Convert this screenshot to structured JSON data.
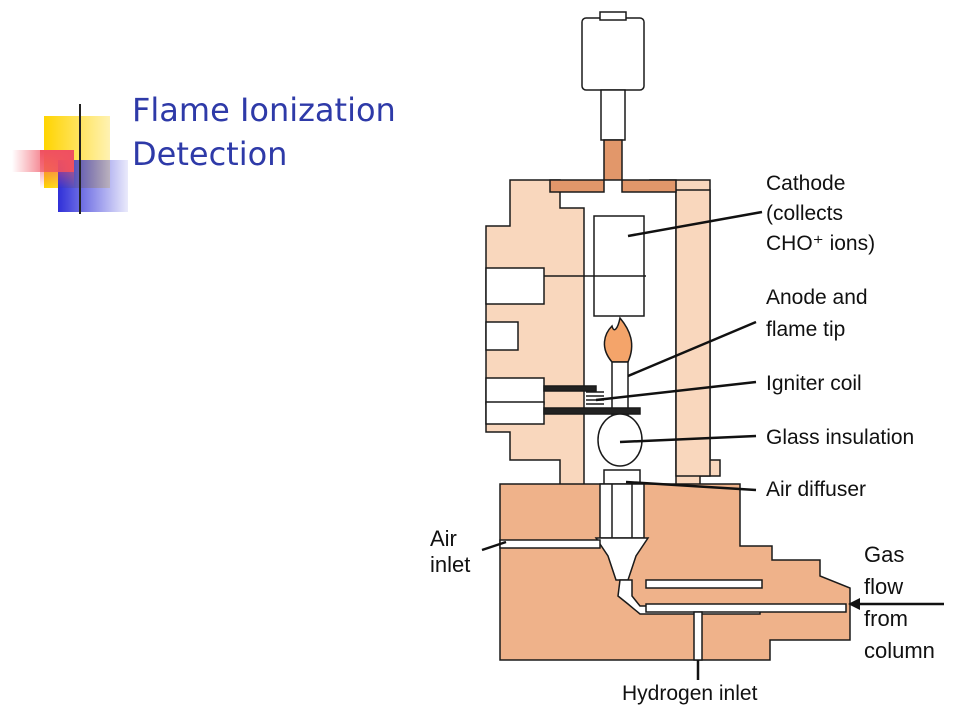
{
  "slide": {
    "title_line1": "Flame Ionization",
    "title_line2": "Detection"
  },
  "labels": {
    "cathode": "Cathode",
    "cathode_desc1": "(collects",
    "cathode_desc2": "CHO⁺ ions)",
    "anode1": "Anode and",
    "anode2": "flame tip",
    "igniter": "Igniter coil",
    "glass": "Glass insulation",
    "diffuser": "Air diffuser",
    "air1": "Air",
    "air2": "inlet",
    "gas1": "Gas",
    "gas2": "flow",
    "gas3": "from",
    "gas4": "column",
    "hydrogen": "Hydrogen inlet"
  },
  "colors": {
    "title": "#2e3aa8",
    "body_light": "#f9d7bd",
    "body_dark": "#efb28a",
    "copper": "#e2976a",
    "flame": "#f4a46a",
    "outline": "#1a1a1a",
    "deco_yellow": "#ffd400",
    "deco_blue": "#2f2fd8",
    "deco_red": "#f05060"
  }
}
